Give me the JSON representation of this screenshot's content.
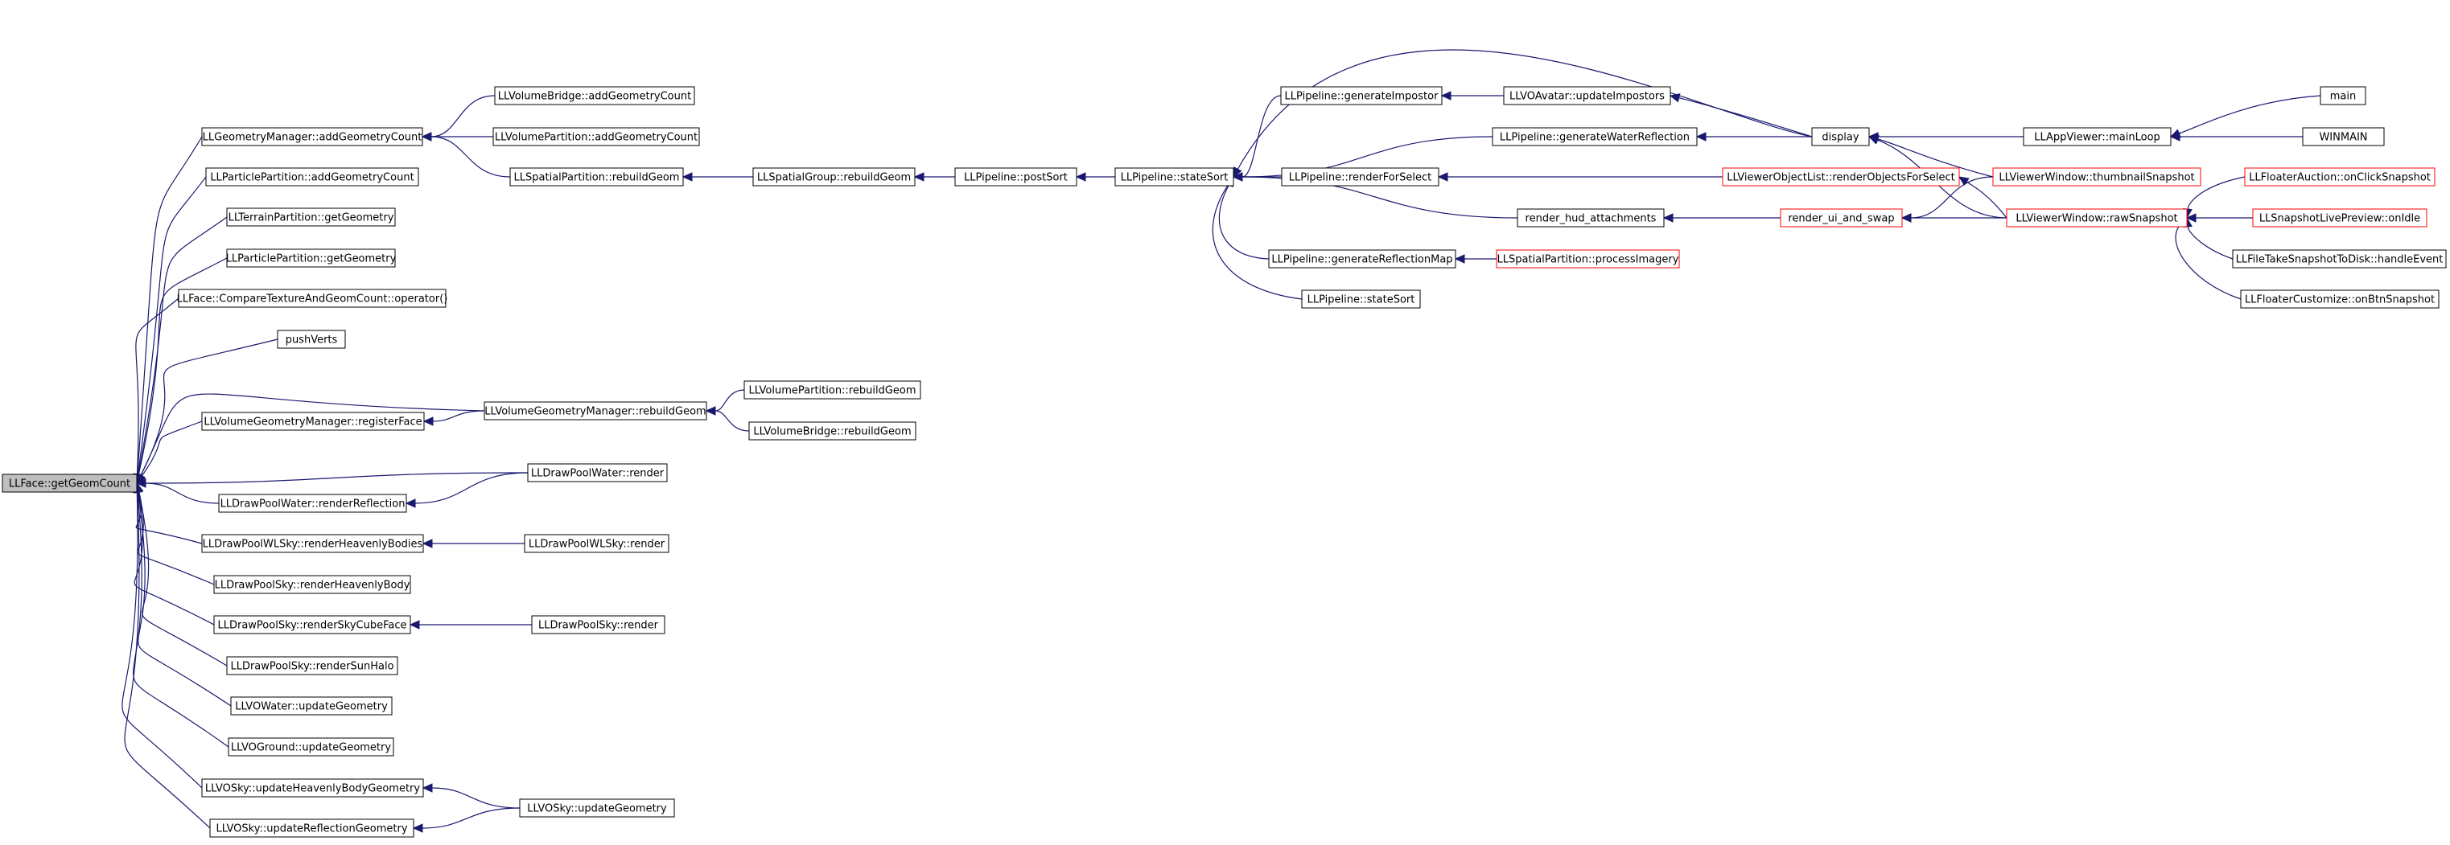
{
  "diagram": {
    "type": "caller-graph",
    "colors": {
      "edge": "#191970",
      "node_border": "#000000",
      "truncated_border": "#ff0000",
      "focus_fill": "#bfbfbf",
      "background": "#ffffff"
    },
    "nodes": [
      {
        "id": "getGeomCount",
        "label": "LLFace::getGeomCount",
        "focus": true
      },
      {
        "id": "gm_addGeometryCount",
        "label": "LLGeometryManager::addGeometryCount"
      },
      {
        "id": "pp_addGeometryCount",
        "label": "LLParticlePartition::addGeometryCount"
      },
      {
        "id": "tp_getGeometry",
        "label": "LLTerrainPartition::getGeometry"
      },
      {
        "id": "pp_getGeometry",
        "label": "LLParticlePartition::getGeometry"
      },
      {
        "id": "compareTex",
        "label": "LLFace::CompareTextureAndGeomCount::operator()"
      },
      {
        "id": "pushVerts",
        "label": "pushVerts"
      },
      {
        "id": "vgm_registerFace",
        "label": "LLVolumeGeometryManager::registerFace"
      },
      {
        "id": "dpw_renderReflection",
        "label": "LLDrawPoolWater::renderReflection"
      },
      {
        "id": "dpwl_renderHeavenlyBodies",
        "label": "LLDrawPoolWLSky::renderHeavenlyBodies"
      },
      {
        "id": "dps_renderHeavenlyBody",
        "label": "LLDrawPoolSky::renderHeavenlyBody"
      },
      {
        "id": "dps_renderSkyCubeFace",
        "label": "LLDrawPoolSky::renderSkyCubeFace"
      },
      {
        "id": "dps_renderSunHalo",
        "label": "LLDrawPoolSky::renderSunHalo"
      },
      {
        "id": "vow_updateGeometry",
        "label": "LLVOWater::updateGeometry"
      },
      {
        "id": "vog_updateGeometry",
        "label": "LLVOGround::updateGeometry"
      },
      {
        "id": "vos_updateHeavenlyBodyGeometry",
        "label": "LLVOSky::updateHeavenlyBodyGeometry"
      },
      {
        "id": "vos_updateReflectionGeometry",
        "label": "LLVOSky::updateReflectionGeometry"
      },
      {
        "id": "vb_addGeometryCount",
        "label": "LLVolumeBridge::addGeometryCount"
      },
      {
        "id": "vp_addGeometryCount",
        "label": "LLVolumePartition::addGeometryCount"
      },
      {
        "id": "sp_rebuildGeom",
        "label": "LLSpatialPartition::rebuildGeom"
      },
      {
        "id": "vgm_rebuildGeom",
        "label": "LLVolumeGeometryManager::rebuildGeom"
      },
      {
        "id": "dpw_render",
        "label": "LLDrawPoolWater::render"
      },
      {
        "id": "dpwl_render",
        "label": "LLDrawPoolWLSky::render"
      },
      {
        "id": "dps_render",
        "label": "LLDrawPoolSky::render"
      },
      {
        "id": "vos_updateGeometry",
        "label": "LLVOSky::updateGeometry"
      },
      {
        "id": "sg_rebuildGeom",
        "label": "LLSpatialGroup::rebuildGeom"
      },
      {
        "id": "vp_rebuildGeom",
        "label": "LLVolumePartition::rebuildGeom"
      },
      {
        "id": "vbr_rebuildGeom",
        "label": "LLVolumeBridge::rebuildGeom"
      },
      {
        "id": "pipe_postSort",
        "label": "LLPipeline::postSort"
      },
      {
        "id": "pipe_stateSort",
        "label": "LLPipeline::stateSort"
      },
      {
        "id": "pipe_generateImpostor",
        "label": "LLPipeline::generateImpostor"
      },
      {
        "id": "pipe_renderForSelect",
        "label": "LLPipeline::renderForSelect"
      },
      {
        "id": "pipe_generateReflectionMap",
        "label": "LLPipeline::generateReflectionMap"
      },
      {
        "id": "pipe_stateSort2",
        "label": "LLPipeline::stateSort"
      },
      {
        "id": "voa_updateImpostors",
        "label": "LLVOAvatar::updateImpostors"
      },
      {
        "id": "pipe_generateWaterReflection",
        "label": "LLPipeline::generateWaterReflection"
      },
      {
        "id": "render_hud",
        "label": "render_hud_attachments"
      },
      {
        "id": "sp_processImagery",
        "label": "LLSpatialPartition::processImagery",
        "truncated": true
      },
      {
        "id": "display",
        "label": "display"
      },
      {
        "id": "vol_renderObjectsForSelect",
        "label": "LLViewerObjectList::renderObjectsForSelect",
        "truncated": true
      },
      {
        "id": "render_ui_and_swap",
        "label": "render_ui_and_swap",
        "truncated": true
      },
      {
        "id": "app_mainLoop",
        "label": "LLAppViewer::mainLoop"
      },
      {
        "id": "vw_thumbnailSnapshot",
        "label": "LLViewerWindow::thumbnailSnapshot",
        "truncated": true
      },
      {
        "id": "vw_rawSnapshot",
        "label": "LLViewerWindow::rawSnapshot",
        "truncated": true
      },
      {
        "id": "main",
        "label": "main"
      },
      {
        "id": "winmain",
        "label": "WINMAIN"
      },
      {
        "id": "fa_onClickSnapshot",
        "label": "LLFloaterAuction::onClickSnapshot",
        "truncated": true
      },
      {
        "id": "slp_onIdle",
        "label": "LLSnapshotLivePreview::onIdle",
        "truncated": true
      },
      {
        "id": "ftstd_handleEvent",
        "label": "LLFileTakeSnapshotToDisk::handleEvent"
      },
      {
        "id": "fc_onBtnSnapshot",
        "label": "LLFloaterCustomize::onBtnSnapshot"
      }
    ],
    "edges": [
      {
        "from": "gm_addGeometryCount",
        "to": "getGeomCount"
      },
      {
        "from": "pp_addGeometryCount",
        "to": "getGeomCount"
      },
      {
        "from": "tp_getGeometry",
        "to": "getGeomCount"
      },
      {
        "from": "pp_getGeometry",
        "to": "getGeomCount"
      },
      {
        "from": "compareTex",
        "to": "getGeomCount"
      },
      {
        "from": "pushVerts",
        "to": "getGeomCount"
      },
      {
        "from": "vgm_rebuildGeom",
        "to": "getGeomCount"
      },
      {
        "from": "vgm_registerFace",
        "to": "getGeomCount"
      },
      {
        "from": "dpw_render",
        "to": "getGeomCount"
      },
      {
        "from": "dpw_renderReflection",
        "to": "getGeomCount"
      },
      {
        "from": "dpwl_renderHeavenlyBodies",
        "to": "getGeomCount"
      },
      {
        "from": "dps_renderHeavenlyBody",
        "to": "getGeomCount"
      },
      {
        "from": "dps_renderSkyCubeFace",
        "to": "getGeomCount"
      },
      {
        "from": "dps_renderSunHalo",
        "to": "getGeomCount"
      },
      {
        "from": "vow_updateGeometry",
        "to": "getGeomCount"
      },
      {
        "from": "vog_updateGeometry",
        "to": "getGeomCount"
      },
      {
        "from": "vos_updateHeavenlyBodyGeometry",
        "to": "getGeomCount"
      },
      {
        "from": "vos_updateReflectionGeometry",
        "to": "getGeomCount"
      },
      {
        "from": "vb_addGeometryCount",
        "to": "gm_addGeometryCount"
      },
      {
        "from": "vp_addGeometryCount",
        "to": "gm_addGeometryCount"
      },
      {
        "from": "sp_rebuildGeom",
        "to": "gm_addGeometryCount"
      },
      {
        "from": "sg_rebuildGeom",
        "to": "sp_rebuildGeom"
      },
      {
        "from": "vp_rebuildGeom",
        "to": "vgm_rebuildGeom"
      },
      {
        "from": "vbr_rebuildGeom",
        "to": "vgm_rebuildGeom"
      },
      {
        "from": "vgm_rebuildGeom",
        "to": "vgm_registerFace"
      },
      {
        "from": "dpw_render",
        "to": "dpw_renderReflection"
      },
      {
        "from": "dpwl_render",
        "to": "dpwl_renderHeavenlyBodies"
      },
      {
        "from": "dps_render",
        "to": "dps_renderSkyCubeFace"
      },
      {
        "from": "vos_updateGeometry",
        "to": "vos_updateHeavenlyBodyGeometry"
      },
      {
        "from": "vos_updateGeometry",
        "to": "vos_updateReflectionGeometry"
      },
      {
        "from": "pipe_postSort",
        "to": "sg_rebuildGeom"
      },
      {
        "from": "pipe_stateSort",
        "to": "pipe_postSort"
      },
      {
        "from": "pipe_generateImpostor",
        "to": "pipe_stateSort"
      },
      {
        "from": "pipe_generateWaterReflection",
        "to": "pipe_stateSort"
      },
      {
        "from": "pipe_renderForSelect",
        "to": "pipe_stateSort"
      },
      {
        "from": "render_hud",
        "to": "pipe_stateSort"
      },
      {
        "from": "pipe_generateReflectionMap",
        "to": "pipe_stateSort"
      },
      {
        "from": "pipe_stateSort2",
        "to": "pipe_stateSort"
      },
      {
        "from": "display",
        "to": "pipe_stateSort"
      },
      {
        "from": "voa_updateImpostors",
        "to": "pipe_generateImpostor"
      },
      {
        "from": "display",
        "to": "voa_updateImpostors"
      },
      {
        "from": "display",
        "to": "pipe_generateWaterReflection"
      },
      {
        "from": "vol_renderObjectsForSelect",
        "to": "pipe_renderForSelect"
      },
      {
        "from": "render_ui_and_swap",
        "to": "render_hud"
      },
      {
        "from": "sp_processImagery",
        "to": "pipe_generateReflectionMap"
      },
      {
        "from": "app_mainLoop",
        "to": "display"
      },
      {
        "from": "vw_thumbnailSnapshot",
        "to": "display"
      },
      {
        "from": "vw_rawSnapshot",
        "to": "display"
      },
      {
        "from": "vw_thumbnailSnapshot",
        "to": "render_ui_and_swap"
      },
      {
        "from": "vw_rawSnapshot",
        "to": "render_ui_and_swap"
      },
      {
        "from": "vw_rawSnapshot",
        "to": "vol_renderObjectsForSelect"
      },
      {
        "from": "main",
        "to": "app_mainLoop"
      },
      {
        "from": "winmain",
        "to": "app_mainLoop"
      },
      {
        "from": "fa_onClickSnapshot",
        "to": "vw_rawSnapshot"
      },
      {
        "from": "slp_onIdle",
        "to": "vw_rawSnapshot"
      },
      {
        "from": "ftstd_handleEvent",
        "to": "vw_rawSnapshot"
      },
      {
        "from": "fc_onBtnSnapshot",
        "to": "vw_rawSnapshot"
      }
    ]
  }
}
